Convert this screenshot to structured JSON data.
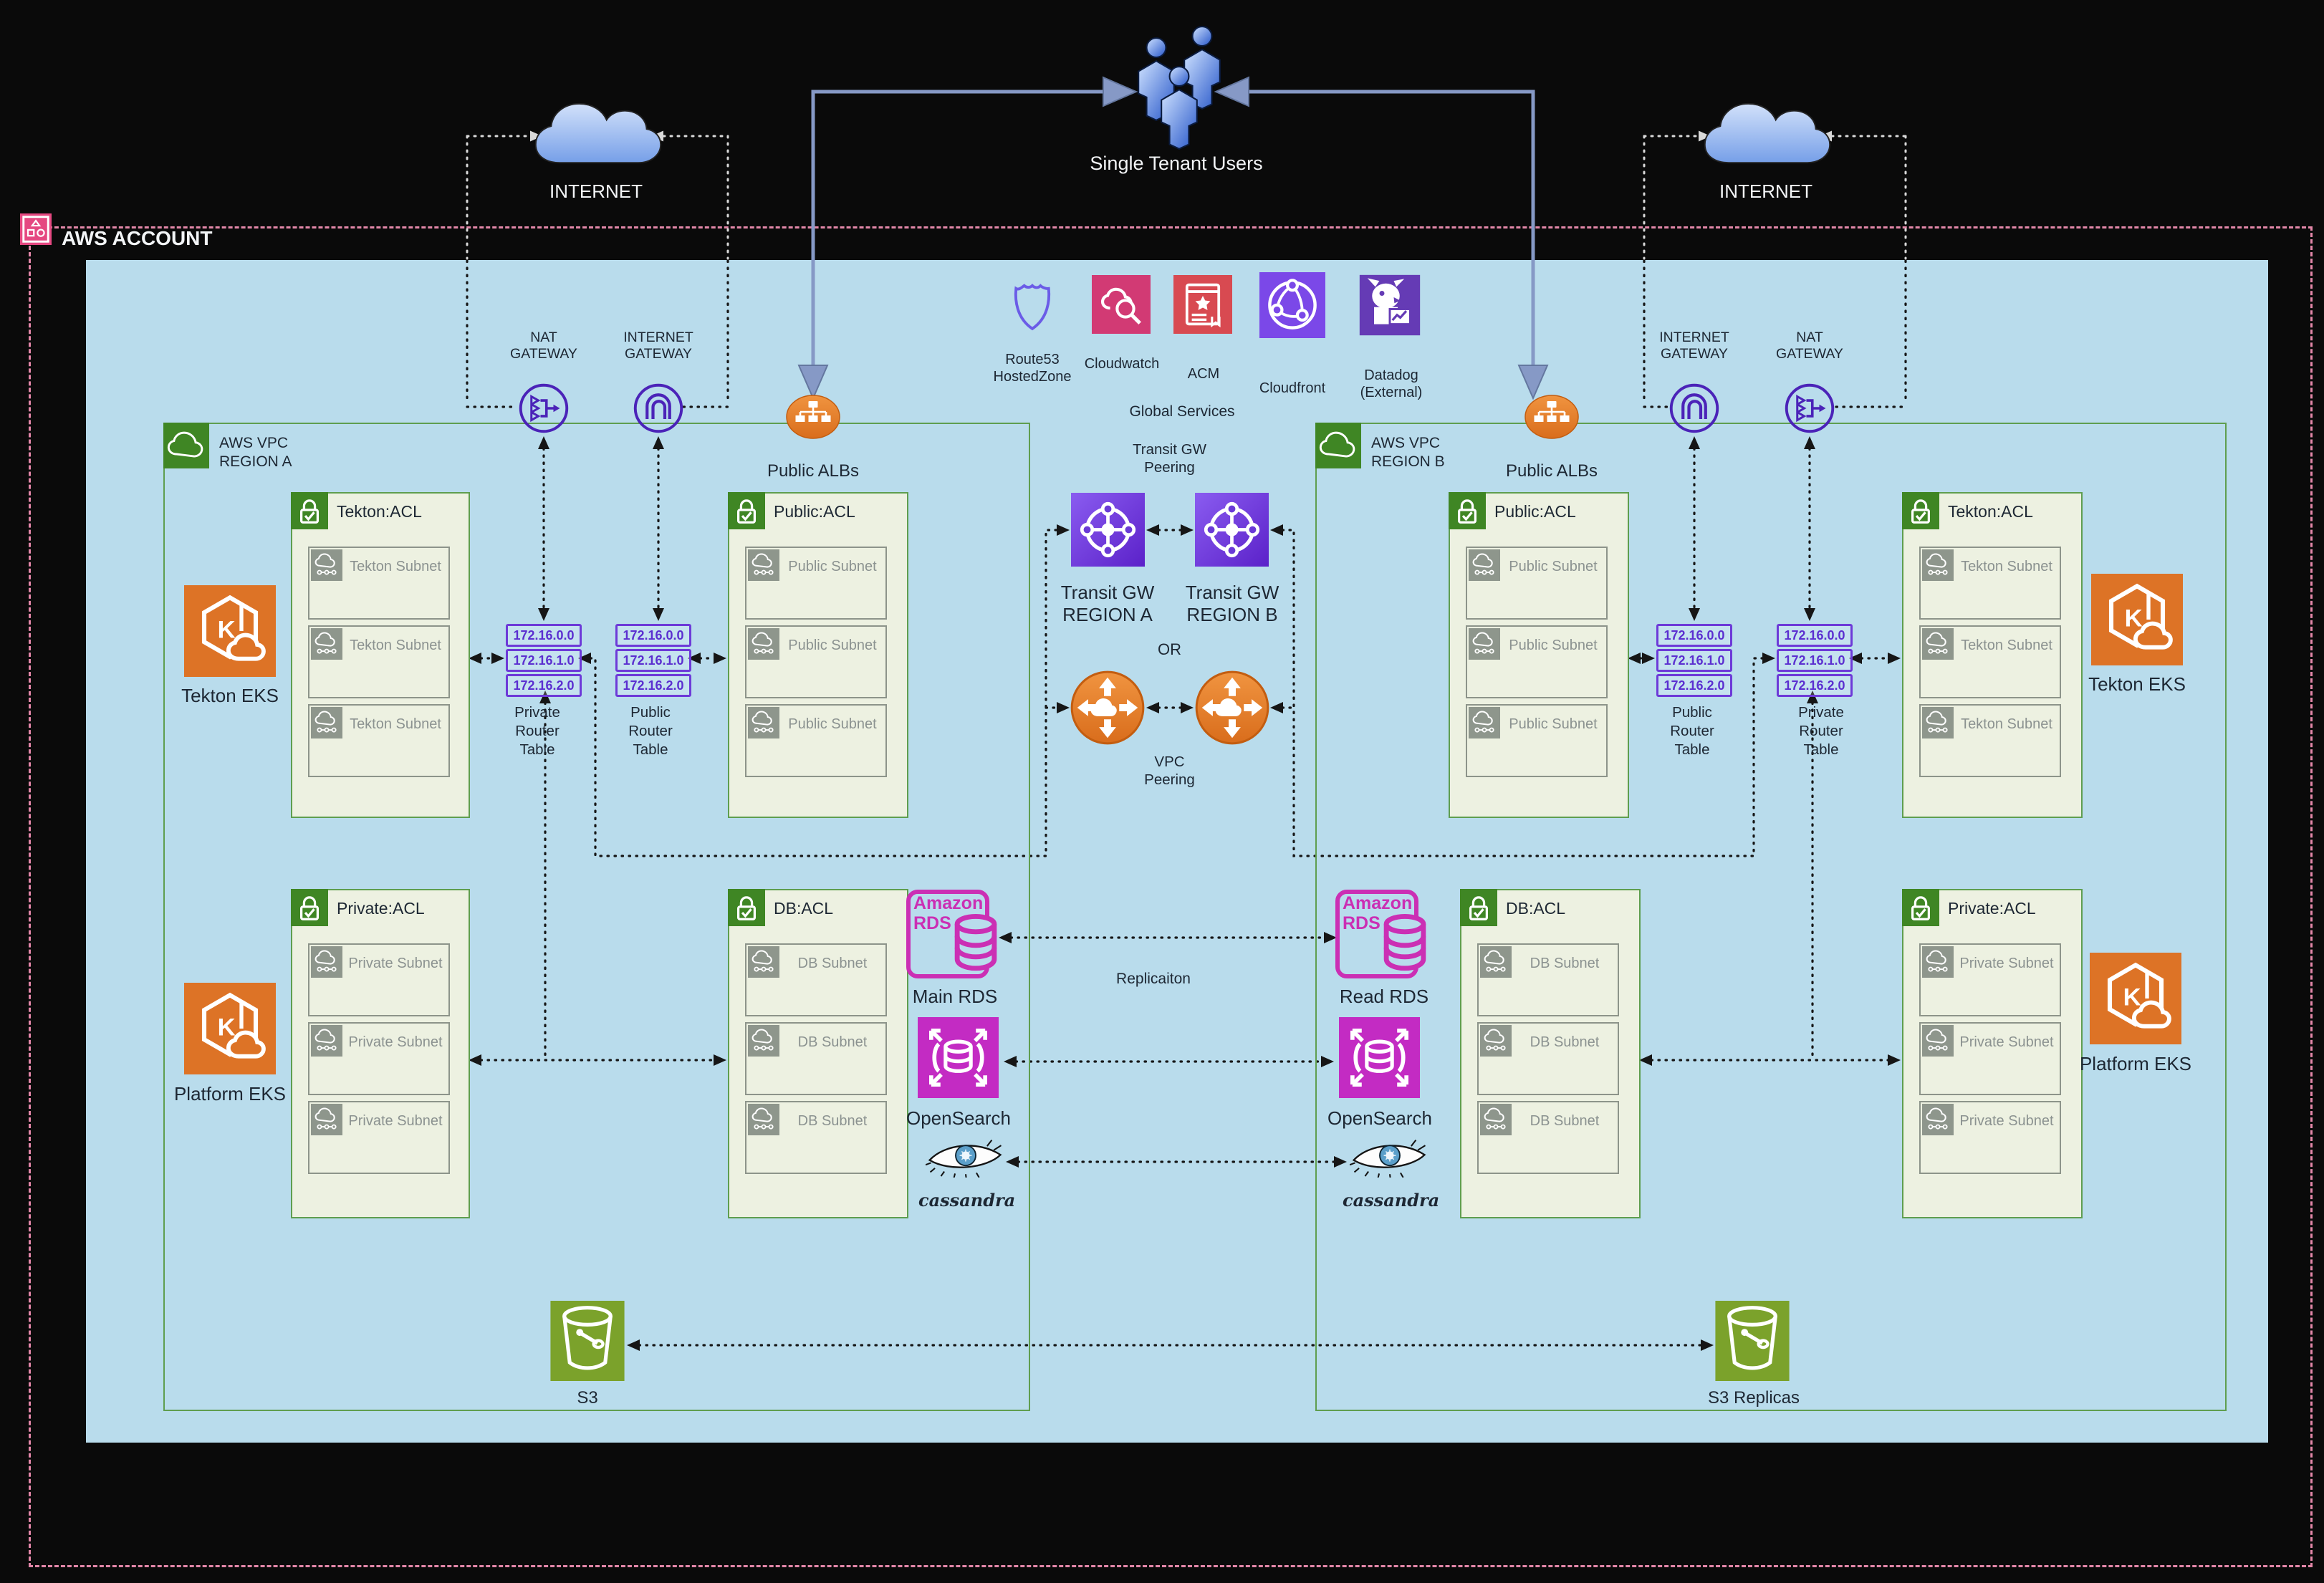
{
  "colors": {
    "panel_blue": "#b9dcec",
    "account_pink": "#e387a9",
    "region_green": "#5f9e4f",
    "router_purple": "#5b2fd0",
    "gateway_purple": "#4b23b8",
    "alb_orange": "#e9801f",
    "eks_orange": "#dd7326",
    "rds_magenta": "#cb2fb4",
    "opensearch_magenta": "#c32bc3",
    "s3_green": "#7ba22b",
    "blue_line": "#8699c6",
    "datadog_purple": "#653bb5",
    "cloudwatch_pink": "#d23a74",
    "acm_red": "#d84a51",
    "cloudfront_purple": "#7b48e8",
    "route53_purple": "#6b5ce7"
  },
  "account": {
    "label": "AWS ACCOUNT"
  },
  "users": {
    "label": "Single Tenant Users"
  },
  "internet_left": {
    "label": "INTERNET"
  },
  "internet_right": {
    "label": "INTERNET"
  },
  "global_services": {
    "title": "Global Services",
    "route53": [
      "Route53",
      "HostedZone"
    ],
    "cloudwatch": "Cloudwatch",
    "acm": "ACM",
    "cloudfront": "Cloudfront",
    "datadog": [
      "Datadog",
      "(External)"
    ]
  },
  "gateways": {
    "nat": [
      "NAT",
      "GATEWAY"
    ],
    "igw": [
      "INTERNET",
      "GATEWAY"
    ]
  },
  "transit": {
    "peering": [
      "Transit GW",
      "Peering"
    ],
    "tgw_a": [
      "Transit GW",
      "REGION A"
    ],
    "tgw_b": [
      "Transit GW",
      "REGION B"
    ],
    "or": "OR",
    "vpc": [
      "VPC",
      "Peering"
    ]
  },
  "replication": "Replicaiton",
  "router": {
    "ips": [
      "172.16.0.0",
      "172.16.1.0",
      "172.16.2.0"
    ],
    "private": [
      "Private",
      "Router",
      "Table"
    ],
    "public": [
      "Public",
      "Router",
      "Table"
    ]
  },
  "regions": [
    {
      "title": [
        "AWS VPC",
        "REGION A"
      ],
      "alb": "Public ALBs",
      "tekton_acl": "Tekton:ACL",
      "tekton_subnet": "Tekton Subnet",
      "public_acl": "Public:ACL",
      "public_subnet": "Public Subnet",
      "private_acl": "Private:ACL",
      "private_subnet": "Private Subnet",
      "db_acl": "DB:ACL",
      "db_subnet": "DB Subnet",
      "tekton_eks": "Tekton EKS",
      "platform_eks": "Platform EKS",
      "rds_brand": [
        "Amazon",
        "RDS"
      ],
      "rds_label": "Main RDS",
      "opensearch": "OpenSearch",
      "cassandra": "cassandra",
      "s3": "S3"
    },
    {
      "title": [
        "AWS VPC",
        "REGION B"
      ],
      "alb": "Public ALBs",
      "tekton_acl": "Tekton:ACL",
      "tekton_subnet": "Tekton Subnet",
      "public_acl": "Public:ACL",
      "public_subnet": "Public Subnet",
      "private_acl": "Private:ACL",
      "private_subnet": "Private Subnet",
      "db_acl": "DB:ACL",
      "db_subnet": "DB Subnet",
      "tekton_eks": "Tekton EKS",
      "platform_eks": "Platform EKS",
      "rds_brand": [
        "Amazon",
        "RDS"
      ],
      "rds_label": "Read RDS",
      "opensearch": "OpenSearch",
      "cassandra": "cassandra",
      "s3": "S3 Replicas"
    }
  ]
}
